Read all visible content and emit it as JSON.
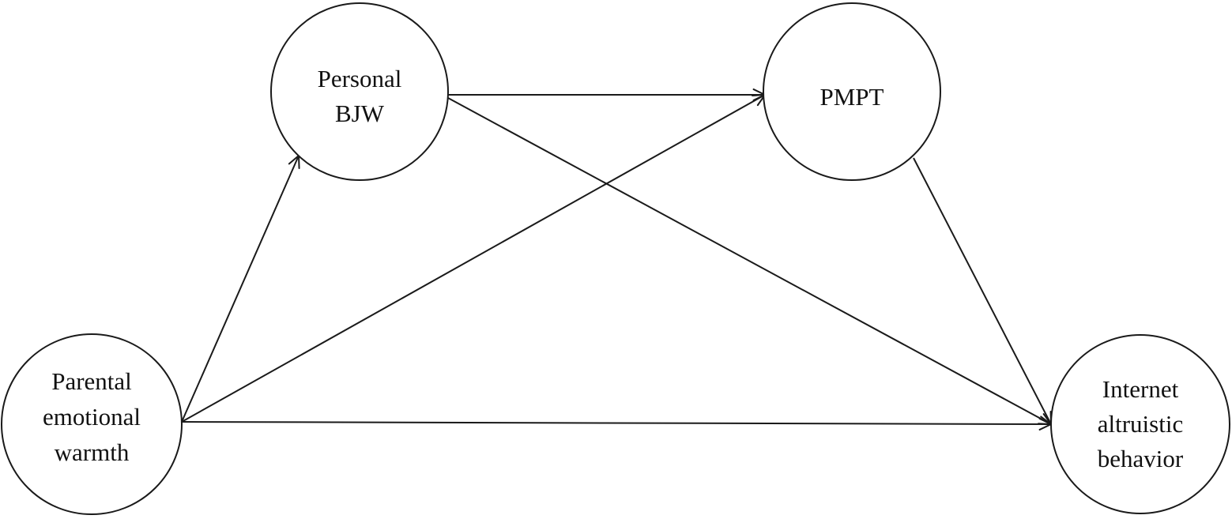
{
  "nodes": [
    {
      "id": "parental-emotional-warmth",
      "lines": [
        "Parental",
        "emotional",
        "warmth"
      ]
    },
    {
      "id": "personal-bjw",
      "lines": [
        "Personal",
        "BJW"
      ]
    },
    {
      "id": "pmpt",
      "lines": [
        "PMPT"
      ]
    },
    {
      "id": "internet-altruistic-behavior",
      "lines": [
        "Internet",
        "altruistic",
        "behavior"
      ]
    }
  ],
  "edges": [
    {
      "from": "parental-emotional-warmth",
      "to": "personal-bjw"
    },
    {
      "from": "parental-emotional-warmth",
      "to": "pmpt"
    },
    {
      "from": "parental-emotional-warmth",
      "to": "internet-altruistic-behavior"
    },
    {
      "from": "personal-bjw",
      "to": "pmpt"
    },
    {
      "from": "personal-bjw",
      "to": "internet-altruistic-behavior"
    },
    {
      "from": "pmpt",
      "to": "internet-altruistic-behavior"
    }
  ]
}
